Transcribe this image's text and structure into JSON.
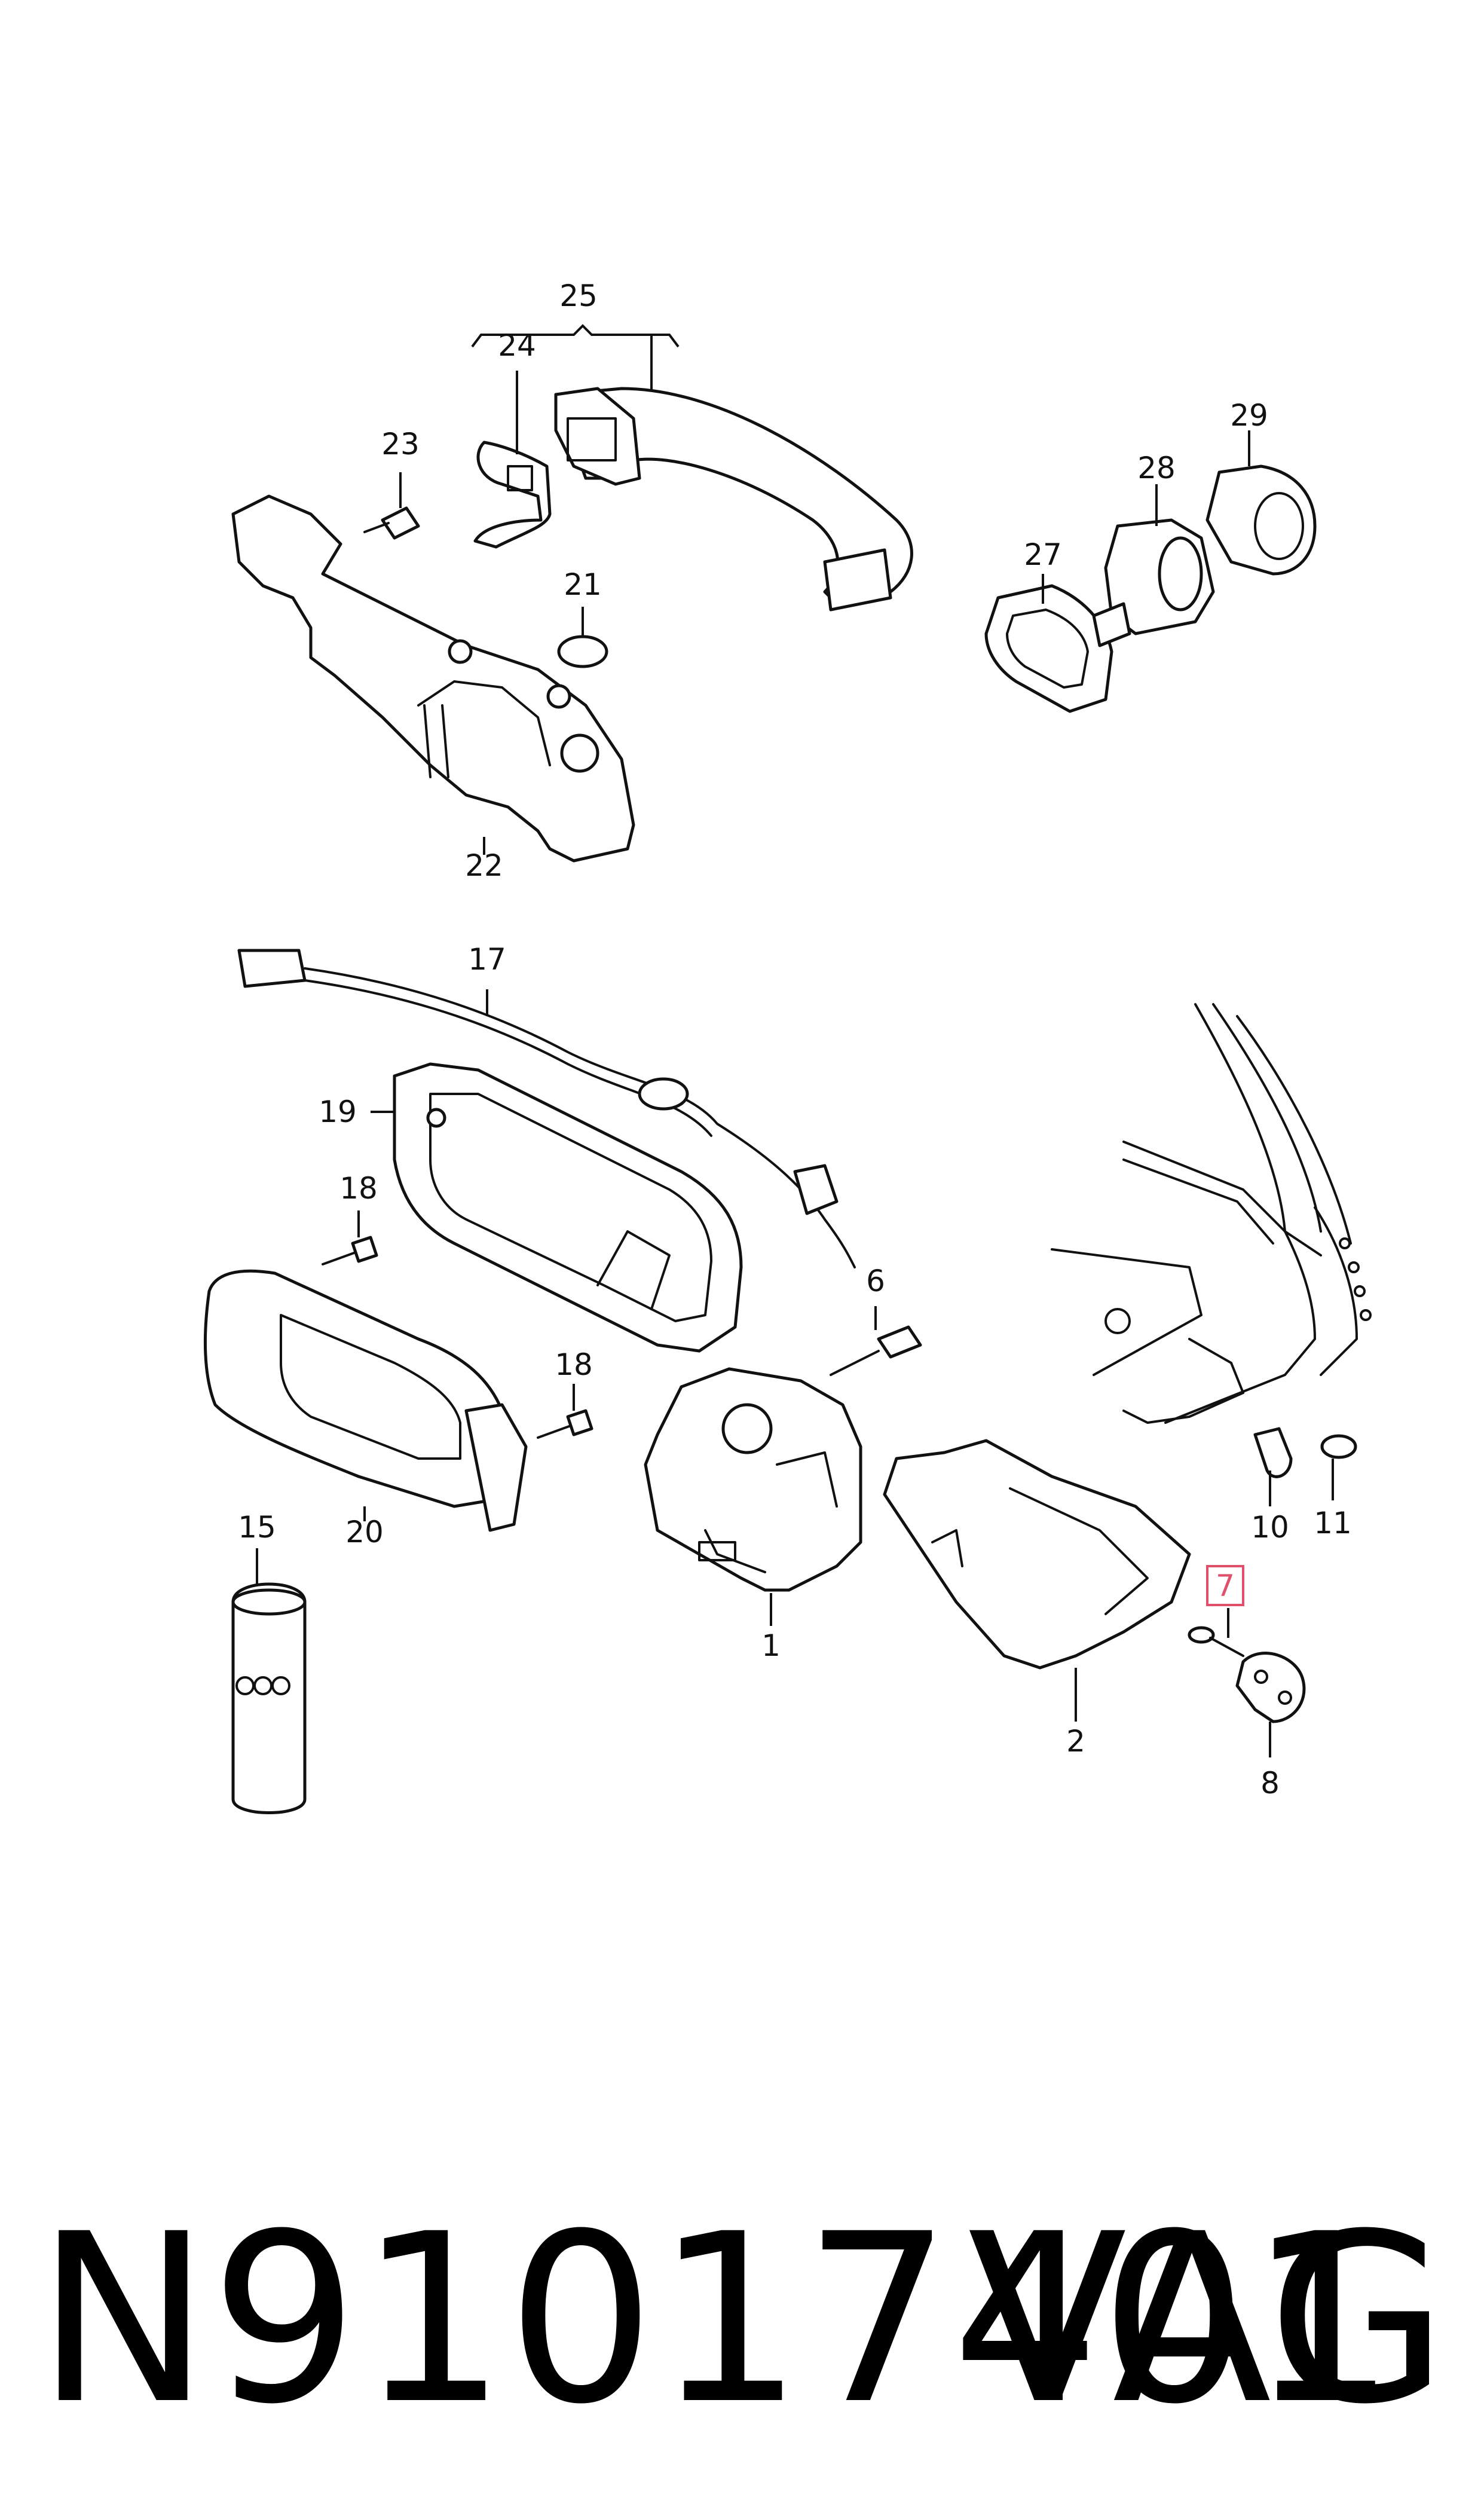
{
  "diagram": {
    "callouts": [
      {
        "id": "c1",
        "text": "1"
      },
      {
        "id": "c2",
        "text": "2"
      },
      {
        "id": "c6",
        "text": "6"
      },
      {
        "id": "c7",
        "text": "7",
        "highlighted": true
      },
      {
        "id": "c8",
        "text": "8"
      },
      {
        "id": "c10",
        "text": "10"
      },
      {
        "id": "c11",
        "text": "11"
      },
      {
        "id": "c15",
        "text": "15"
      },
      {
        "id": "c17",
        "text": "17"
      },
      {
        "id": "c18a",
        "text": "18"
      },
      {
        "id": "c18b",
        "text": "18"
      },
      {
        "id": "c19",
        "text": "19"
      },
      {
        "id": "c20",
        "text": "20"
      },
      {
        "id": "c21",
        "text": "21"
      },
      {
        "id": "c22",
        "text": "22"
      },
      {
        "id": "c23",
        "text": "23"
      },
      {
        "id": "c24",
        "text": "24"
      },
      {
        "id": "c25",
        "text": "25"
      },
      {
        "id": "c27",
        "text": "27"
      },
      {
        "id": "c28",
        "text": "28"
      },
      {
        "id": "c29",
        "text": "29"
      }
    ],
    "highlight_color": "#e0506a",
    "line_color": "#111111"
  },
  "footer": {
    "part_number": "N91017401",
    "brand": "VAG"
  }
}
